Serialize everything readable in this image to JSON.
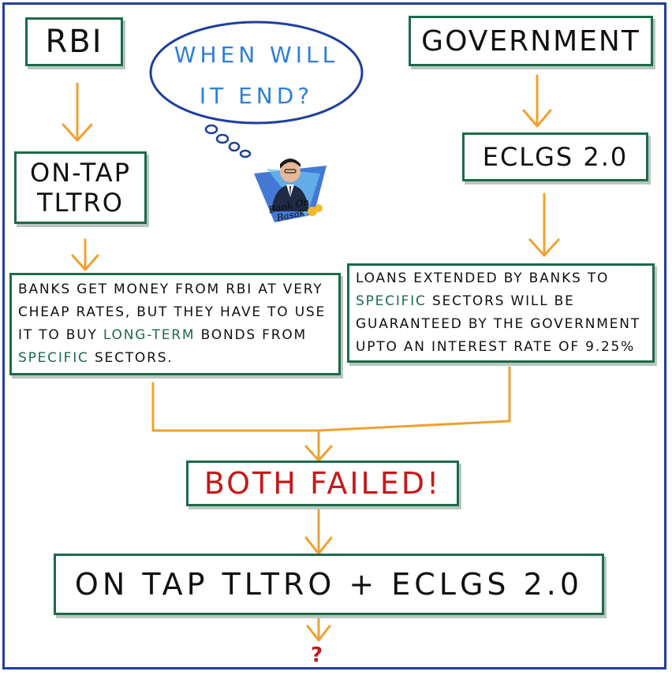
{
  "colors": {
    "border": "#1f3f9c",
    "box_border": "#1e6a4a",
    "arrow": "#f0a030",
    "bubble_text": "#2d7fd8",
    "failed_text": "#c41a1a",
    "highlight": "#1e6a4a"
  },
  "left": {
    "heading": "RBI",
    "scheme_line1": "ON-TAP",
    "scheme_line2": "TLTRO",
    "desc": {
      "p1": "BANKS GET MONEY FROM RBI AT VERY CHEAP RATES, BUT THEY HAVE TO USE IT TO BUY ",
      "h1": "LONG-TERM",
      "p2": " BONDS FROM ",
      "h2": "SPECIFIC",
      "p3": " SECTORS."
    }
  },
  "right": {
    "heading": "GOVERNMENT",
    "scheme": "ECLGS 2.0",
    "desc": {
      "p1": "LOANS EXTENDED BY BANKS TO ",
      "h1": "SPECIFIC",
      "p2": " SECTORS WILL BE GUARANTEED BY THE GOVERNMENT UPTO AN INTEREST RATE OF 9.25%"
    }
  },
  "bubble": {
    "line1": "WHEN WILL",
    "line2": "IT END?"
  },
  "logo": {
    "icon": "presenter-avatar-icon",
    "text_line1": "Bank On",
    "text_line2": "Basak"
  },
  "result": "BOTH FAILED!",
  "combined": "ON TAP TLTRO + ECLGS 2.0",
  "final": "?"
}
